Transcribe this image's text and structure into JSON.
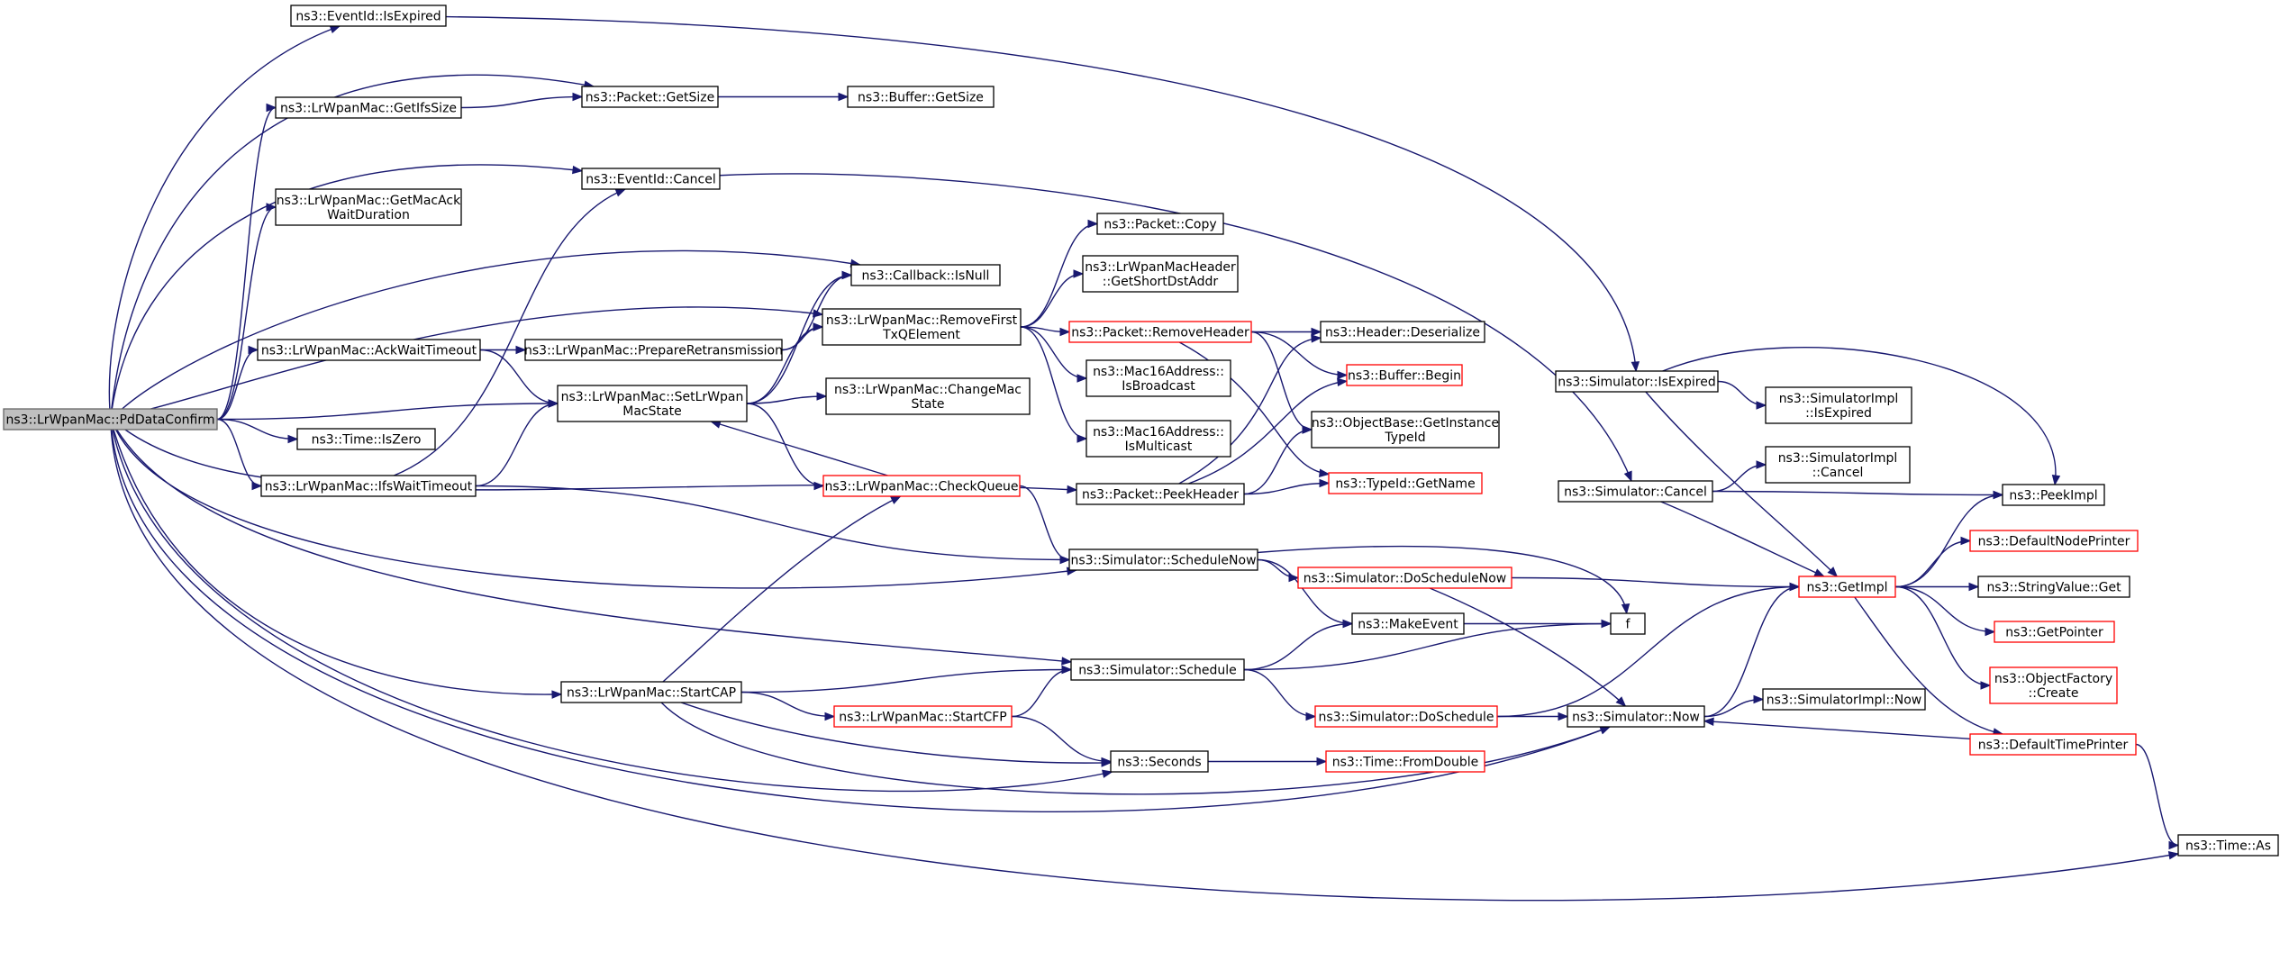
{
  "graph": {
    "type": "call-graph",
    "edge_color": "#191970",
    "truncated_border_color": "#ff0000",
    "root_fill": "#bfbfbf",
    "nodes": [
      {
        "id": "root",
        "label": [
          "ns3::LrWpanMac::PdDataConfirm"
        ],
        "root": true
      },
      {
        "id": "isexpired",
        "label": [
          "ns3::EventId::IsExpired"
        ]
      },
      {
        "id": "getifssize",
        "label": [
          "ns3::LrWpanMac::GetIfsSize"
        ]
      },
      {
        "id": "getsize",
        "label": [
          "ns3::Packet::GetSize"
        ]
      },
      {
        "id": "buffergetsize",
        "label": [
          "ns3::Buffer::GetSize"
        ]
      },
      {
        "id": "evcancel",
        "label": [
          "ns3::EventId::Cancel"
        ]
      },
      {
        "id": "getmacack",
        "label": [
          "ns3::LrWpanMac::GetMacAck",
          "WaitDuration"
        ]
      },
      {
        "id": "isnull",
        "label": [
          "ns3::Callback::IsNull"
        ]
      },
      {
        "id": "copy",
        "label": [
          "ns3::Packet::Copy"
        ]
      },
      {
        "id": "getshortdst",
        "label": [
          "ns3::LrWpanMacHeader",
          "::GetShortDstAddr"
        ]
      },
      {
        "id": "removefirst",
        "label": [
          "ns3::LrWpanMac::RemoveFirst",
          "TxQElement"
        ]
      },
      {
        "id": "ackwait",
        "label": [
          "ns3::LrWpanMac::AckWaitTimeout"
        ]
      },
      {
        "id": "prepare",
        "label": [
          "ns3::LrWpanMac::PrepareRetransmission"
        ]
      },
      {
        "id": "removeheader",
        "label": [
          "ns3::Packet::RemoveHeader"
        ],
        "truncated": true
      },
      {
        "id": "deserialize",
        "label": [
          "ns3::Header::Deserialize"
        ]
      },
      {
        "id": "begin",
        "label": [
          "ns3::Buffer::Begin"
        ],
        "truncated": true
      },
      {
        "id": "setstate",
        "label": [
          "ns3::LrWpanMac::SetLrWpan",
          "MacState"
        ]
      },
      {
        "id": "changestate",
        "label": [
          "ns3::LrWpanMac::ChangeMac",
          "State"
        ]
      },
      {
        "id": "isbroadcast",
        "label": [
          "ns3::Mac16Address::",
          "IsBroadcast"
        ]
      },
      {
        "id": "ismulticast",
        "label": [
          "ns3::Mac16Address::",
          "IsMulticast"
        ]
      },
      {
        "id": "gettypeid",
        "label": [
          "ns3::ObjectBase::GetInstance",
          "TypeId"
        ]
      },
      {
        "id": "iszero",
        "label": [
          "ns3::Time::IsZero"
        ]
      },
      {
        "id": "ifswait",
        "label": [
          "ns3::LrWpanMac::IfsWaitTimeout"
        ]
      },
      {
        "id": "checkqueue",
        "label": [
          "ns3::LrWpanMac::CheckQueue"
        ],
        "truncated": true
      },
      {
        "id": "peekheader",
        "label": [
          "ns3::Packet::PeekHeader"
        ]
      },
      {
        "id": "getname",
        "label": [
          "ns3::TypeId::GetName"
        ],
        "truncated": true
      },
      {
        "id": "simisexpired",
        "label": [
          "ns3::Simulator::IsExpired"
        ]
      },
      {
        "id": "implisexpired",
        "label": [
          "ns3::SimulatorImpl",
          "::IsExpired"
        ]
      },
      {
        "id": "simcancel",
        "label": [
          "ns3::Simulator::Cancel"
        ]
      },
      {
        "id": "implcancel",
        "label": [
          "ns3::SimulatorImpl",
          "::Cancel"
        ]
      },
      {
        "id": "peekimpl",
        "label": [
          "ns3::PeekImpl"
        ]
      },
      {
        "id": "schedulenow",
        "label": [
          "ns3::Simulator::ScheduleNow"
        ]
      },
      {
        "id": "doschedulenow",
        "label": [
          "ns3::Simulator::DoScheduleNow"
        ],
        "truncated": true
      },
      {
        "id": "getimpl",
        "label": [
          "ns3::GetImpl"
        ],
        "truncated": true
      },
      {
        "id": "defaultnode",
        "label": [
          "ns3::DefaultNodePrinter"
        ],
        "truncated": true
      },
      {
        "id": "stringvalue",
        "label": [
          "ns3::StringValue::Get"
        ]
      },
      {
        "id": "makeevent",
        "label": [
          "ns3::MakeEvent"
        ]
      },
      {
        "id": "f",
        "label": [
          "f"
        ]
      },
      {
        "id": "getpointer",
        "label": [
          "ns3::GetPointer"
        ],
        "truncated": true
      },
      {
        "id": "objfactory",
        "label": [
          "ns3::ObjectFactory",
          "::Create"
        ],
        "truncated": true
      },
      {
        "id": "startcap",
        "label": [
          "ns3::LrWpanMac::StartCAP"
        ]
      },
      {
        "id": "schedule",
        "label": [
          "ns3::Simulator::Schedule"
        ]
      },
      {
        "id": "startcfp",
        "label": [
          "ns3::LrWpanMac::StartCFP"
        ],
        "truncated": true
      },
      {
        "id": "doschedule",
        "label": [
          "ns3::Simulator::DoSchedule"
        ],
        "truncated": true
      },
      {
        "id": "now",
        "label": [
          "ns3::Simulator::Now"
        ]
      },
      {
        "id": "implnow",
        "label": [
          "ns3::SimulatorImpl::Now"
        ]
      },
      {
        "id": "defaulttime",
        "label": [
          "ns3::DefaultTimePrinter"
        ],
        "truncated": true
      },
      {
        "id": "seconds",
        "label": [
          "ns3::Seconds"
        ]
      },
      {
        "id": "fromdouble",
        "label": [
          "ns3::Time::FromDouble"
        ],
        "truncated": true
      },
      {
        "id": "timeas",
        "label": [
          "ns3::Time::As"
        ]
      }
    ],
    "edges": [
      [
        "root",
        "isexpired"
      ],
      [
        "root",
        "getifssize"
      ],
      [
        "root",
        "getsize"
      ],
      [
        "root",
        "evcancel"
      ],
      [
        "root",
        "getmacack"
      ],
      [
        "root",
        "isnull"
      ],
      [
        "root",
        "removefirst"
      ],
      [
        "root",
        "ackwait"
      ],
      [
        "root",
        "setstate"
      ],
      [
        "root",
        "iszero"
      ],
      [
        "root",
        "ifswait"
      ],
      [
        "root",
        "peekheader"
      ],
      [
        "root",
        "schedulenow"
      ],
      [
        "root",
        "schedule"
      ],
      [
        "root",
        "startcap"
      ],
      [
        "root",
        "seconds"
      ],
      [
        "root",
        "now"
      ],
      [
        "root",
        "timeas"
      ],
      [
        "isexpired",
        "simisexpired"
      ],
      [
        "getifssize",
        "getsize"
      ],
      [
        "getsize",
        "buffergetsize"
      ],
      [
        "evcancel",
        "simcancel"
      ],
      [
        "ackwait",
        "prepare"
      ],
      [
        "ackwait",
        "setstate"
      ],
      [
        "prepare",
        "isnull"
      ],
      [
        "prepare",
        "removefirst"
      ],
      [
        "setstate",
        "isnull"
      ],
      [
        "setstate",
        "removefirst"
      ],
      [
        "setstate",
        "changestate"
      ],
      [
        "setstate",
        "checkqueue"
      ],
      [
        "removefirst",
        "copy"
      ],
      [
        "removefirst",
        "getshortdst"
      ],
      [
        "removefirst",
        "removeheader"
      ],
      [
        "removefirst",
        "isbroadcast"
      ],
      [
        "removefirst",
        "ismulticast"
      ],
      [
        "removeheader",
        "deserialize"
      ],
      [
        "removeheader",
        "begin"
      ],
      [
        "removeheader",
        "gettypeid"
      ],
      [
        "removeheader",
        "getname"
      ],
      [
        "ifswait",
        "evcancel"
      ],
      [
        "ifswait",
        "setstate"
      ],
      [
        "ifswait",
        "schedulenow"
      ],
      [
        "checkqueue",
        "setstate"
      ],
      [
        "checkqueue",
        "schedulenow"
      ],
      [
        "peekheader",
        "deserialize"
      ],
      [
        "peekheader",
        "begin"
      ],
      [
        "peekheader",
        "gettypeid"
      ],
      [
        "peekheader",
        "getname"
      ],
      [
        "simisexpired",
        "implisexpired"
      ],
      [
        "simisexpired",
        "peekimpl"
      ],
      [
        "simisexpired",
        "getimpl"
      ],
      [
        "simcancel",
        "implcancel"
      ],
      [
        "simcancel",
        "peekimpl"
      ],
      [
        "simcancel",
        "getimpl"
      ],
      [
        "schedulenow",
        "doschedulenow"
      ],
      [
        "schedulenow",
        "makeevent"
      ],
      [
        "schedulenow",
        "f"
      ],
      [
        "doschedulenow",
        "getimpl"
      ],
      [
        "doschedulenow",
        "now"
      ],
      [
        "getimpl",
        "peekimpl"
      ],
      [
        "getimpl",
        "defaultnode"
      ],
      [
        "getimpl",
        "stringvalue"
      ],
      [
        "getimpl",
        "getpointer"
      ],
      [
        "getimpl",
        "objfactory"
      ],
      [
        "getimpl",
        "defaulttime"
      ],
      [
        "makeevent",
        "f"
      ],
      [
        "startcap",
        "checkqueue"
      ],
      [
        "startcap",
        "schedule"
      ],
      [
        "startcap",
        "startcfp"
      ],
      [
        "startcap",
        "seconds"
      ],
      [
        "startcap",
        "now"
      ],
      [
        "schedule",
        "makeevent"
      ],
      [
        "schedule",
        "f"
      ],
      [
        "schedule",
        "doschedule"
      ],
      [
        "startcfp",
        "schedule"
      ],
      [
        "startcfp",
        "seconds"
      ],
      [
        "doschedule",
        "getimpl"
      ],
      [
        "doschedule",
        "now"
      ],
      [
        "now",
        "getimpl"
      ],
      [
        "now",
        "implnow"
      ],
      [
        "defaulttime",
        "now"
      ],
      [
        "defaulttime",
        "timeas"
      ],
      [
        "seconds",
        "fromdouble"
      ]
    ]
  }
}
